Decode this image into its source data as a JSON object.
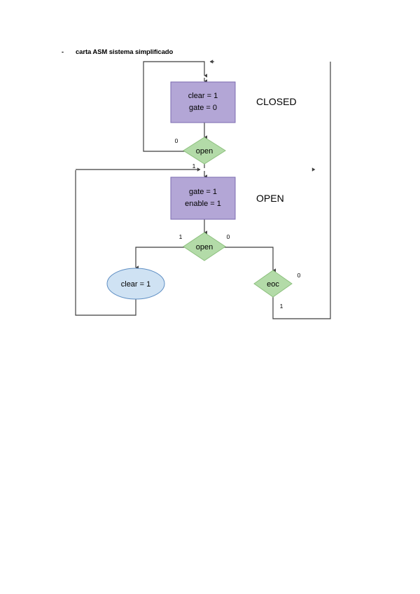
{
  "document": {
    "bullet": "-",
    "title": "carta ASM sistema simplificado"
  },
  "colors": {
    "process_fill": "#b3a6d6",
    "process_stroke": "#7b6bb0",
    "decision_fill": "#b3dba8",
    "decision_stroke": "#8cc07d",
    "output_fill": "#cfe2f3",
    "output_stroke": "#5f8fc4",
    "line": "#3f3f3f",
    "line_faded": "#9a9a9a",
    "text": "#000000"
  },
  "diagram": {
    "type": "asm-chart",
    "states": [
      {
        "name": "closed-state",
        "state_label": "CLOSED",
        "process": {
          "line1": "clear = 1",
          "line2": "gate = 0"
        },
        "decision": {
          "condition": "open",
          "branch_false": "0",
          "branch_true": "1"
        }
      },
      {
        "name": "open-state",
        "state_label": "OPEN",
        "process": {
          "line1": "gate = 1",
          "line2": "enable = 1"
        },
        "decision": {
          "condition": "open",
          "branch_true": "1",
          "branch_false": "0"
        },
        "output": {
          "label": "clear = 1"
        },
        "decision2": {
          "condition": "eoc",
          "branch_false": "0",
          "branch_true": "1"
        }
      }
    ]
  }
}
